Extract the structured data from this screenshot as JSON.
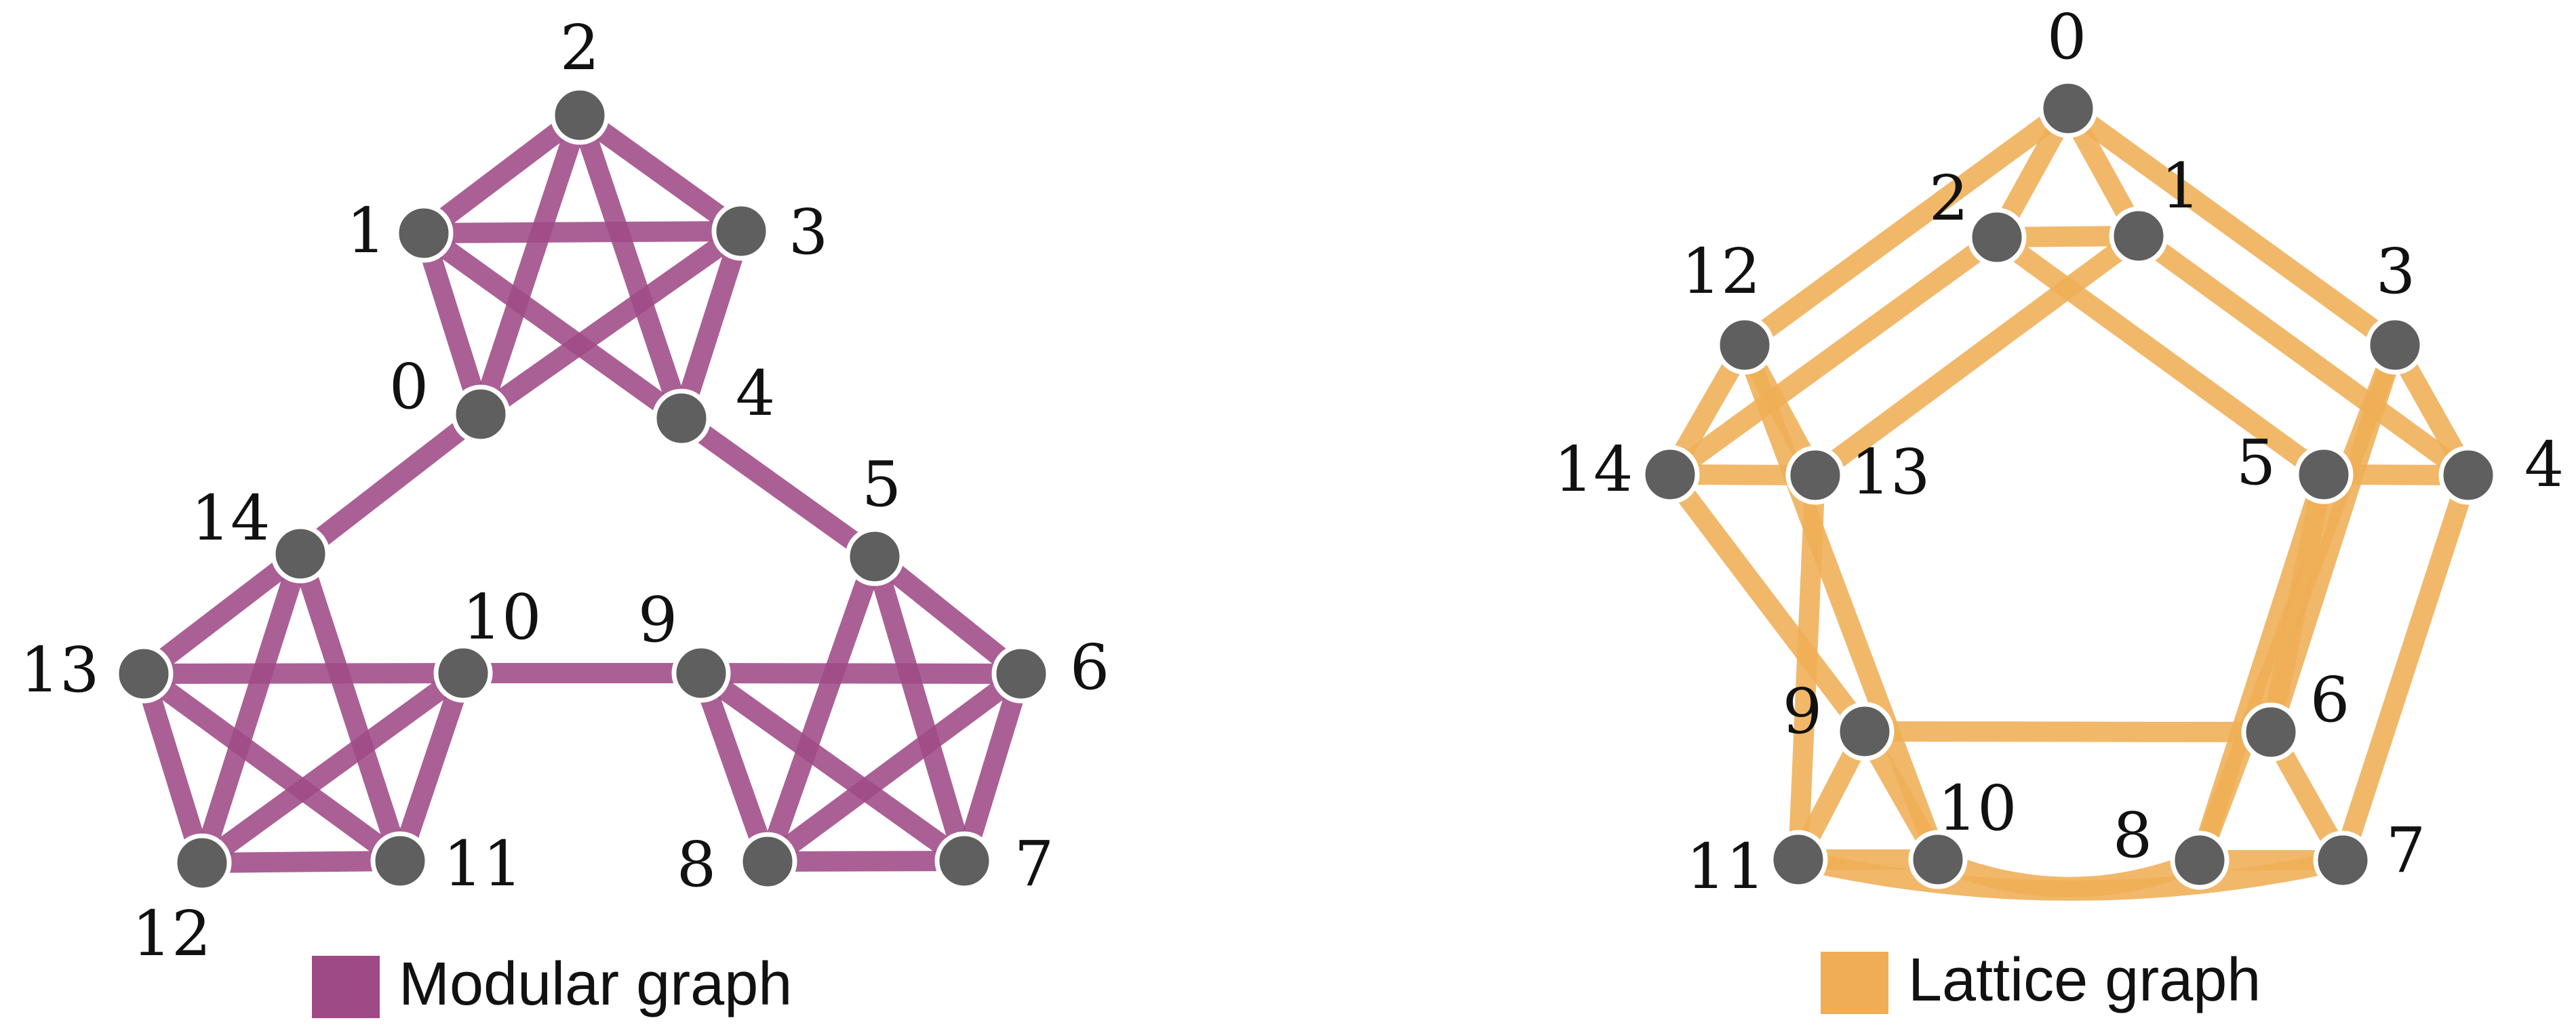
{
  "graphs": [
    {
      "id": "modular",
      "legend_label": "Modular graph",
      "edge_color": "#9e4a86",
      "node_labels": [
        "0",
        "1",
        "2",
        "3",
        "4",
        "5",
        "6",
        "7",
        "8",
        "9",
        "10",
        "11",
        "12",
        "13",
        "14"
      ],
      "edges": [
        [
          0,
          1
        ],
        [
          0,
          2
        ],
        [
          0,
          3
        ],
        [
          1,
          2
        ],
        [
          1,
          3
        ],
        [
          1,
          4
        ],
        [
          2,
          3
        ],
        [
          2,
          4
        ],
        [
          3,
          4
        ],
        [
          4,
          5
        ],
        [
          5,
          6
        ],
        [
          5,
          7
        ],
        [
          5,
          8
        ],
        [
          6,
          7
        ],
        [
          6,
          8
        ],
        [
          6,
          9
        ],
        [
          7,
          8
        ],
        [
          7,
          9
        ],
        [
          8,
          9
        ],
        [
          9,
          10
        ],
        [
          10,
          11
        ],
        [
          10,
          12
        ],
        [
          10,
          13
        ],
        [
          11,
          12
        ],
        [
          11,
          13
        ],
        [
          11,
          14
        ],
        [
          12,
          13
        ],
        [
          12,
          14
        ],
        [
          13,
          14
        ],
        [
          14,
          0
        ]
      ]
    },
    {
      "id": "lattice",
      "legend_label": "Lattice graph",
      "edge_color": "#efae55",
      "node_labels": [
        "0",
        "1",
        "2",
        "3",
        "4",
        "5",
        "6",
        "7",
        "8",
        "9",
        "10",
        "11",
        "12",
        "13",
        "14"
      ],
      "edges": [
        [
          0,
          1
        ],
        [
          0,
          2
        ],
        [
          0,
          3
        ],
        [
          0,
          12
        ],
        [
          1,
          2
        ],
        [
          1,
          4
        ],
        [
          1,
          13
        ],
        [
          2,
          5
        ],
        [
          2,
          14
        ],
        [
          3,
          4
        ],
        [
          3,
          6
        ],
        [
          3,
          8
        ],
        [
          4,
          5
        ],
        [
          4,
          7
        ],
        [
          5,
          6
        ],
        [
          5,
          8
        ],
        [
          6,
          7
        ],
        [
          6,
          9
        ],
        [
          7,
          8
        ],
        [
          7,
          11
        ],
        [
          8,
          10
        ],
        [
          9,
          10
        ],
        [
          9,
          11
        ],
        [
          10,
          11
        ],
        [
          10,
          12
        ],
        [
          11,
          13
        ],
        [
          12,
          13
        ],
        [
          12,
          14
        ],
        [
          13,
          14
        ],
        [
          14,
          9
        ]
      ]
    }
  ],
  "node_color": "#5f5f5f"
}
